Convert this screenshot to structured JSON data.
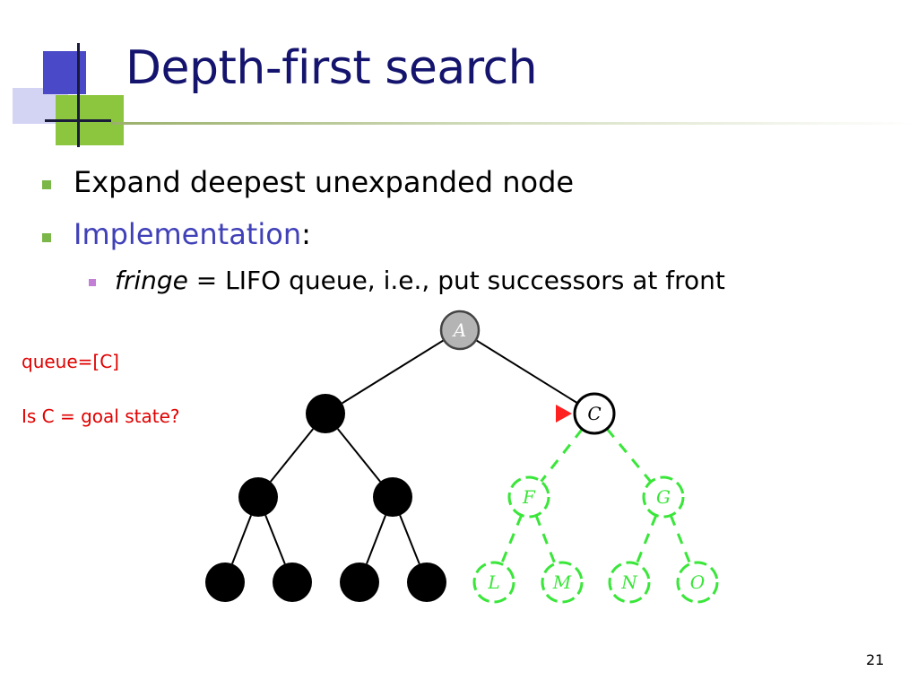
{
  "slide": {
    "title": "Depth-first search",
    "bullets": {
      "b1": "Expand deepest unexpanded node",
      "b2_highlight": "Implementation",
      "b2_rest": ":",
      "sub_italic": "fringe",
      "sub_rest": " = LIFO queue, i.e., put successors at front"
    },
    "queue_text": "queue=[C]",
    "goal_text": "Is C = goal state?",
    "page_number": "21"
  },
  "tree": {
    "nodes": [
      {
        "id": "A",
        "label": "A",
        "state": "visited"
      },
      {
        "id": "B",
        "label": "",
        "state": "removed"
      },
      {
        "id": "C",
        "label": "C",
        "state": "current"
      },
      {
        "id": "D",
        "label": "",
        "state": "removed"
      },
      {
        "id": "E",
        "label": "",
        "state": "removed"
      },
      {
        "id": "F",
        "label": "F",
        "state": "unexplored"
      },
      {
        "id": "G",
        "label": "G",
        "state": "unexplored"
      },
      {
        "id": "H",
        "label": "",
        "state": "removed"
      },
      {
        "id": "I",
        "label": "",
        "state": "removed"
      },
      {
        "id": "J",
        "label": "",
        "state": "removed"
      },
      {
        "id": "K",
        "label": "",
        "state": "removed"
      },
      {
        "id": "L",
        "label": "L",
        "state": "unexplored"
      },
      {
        "id": "M",
        "label": "M",
        "state": "unexplored"
      },
      {
        "id": "N",
        "label": "N",
        "state": "unexplored"
      },
      {
        "id": "O",
        "label": "O",
        "state": "unexplored"
      }
    ],
    "edges": [
      [
        "A",
        "B"
      ],
      [
        "A",
        "C"
      ],
      [
        "B",
        "D"
      ],
      [
        "B",
        "E"
      ],
      [
        "C",
        "F"
      ],
      [
        "C",
        "G"
      ],
      [
        "D",
        "H"
      ],
      [
        "D",
        "I"
      ],
      [
        "E",
        "J"
      ],
      [
        "E",
        "K"
      ],
      [
        "F",
        "L"
      ],
      [
        "F",
        "M"
      ],
      [
        "G",
        "N"
      ],
      [
        "G",
        "O"
      ]
    ],
    "colors": {
      "visited": "#b4b4b4",
      "removed": "#000000",
      "unexplored": "#39e639",
      "current_marker": "#ff2020"
    }
  }
}
